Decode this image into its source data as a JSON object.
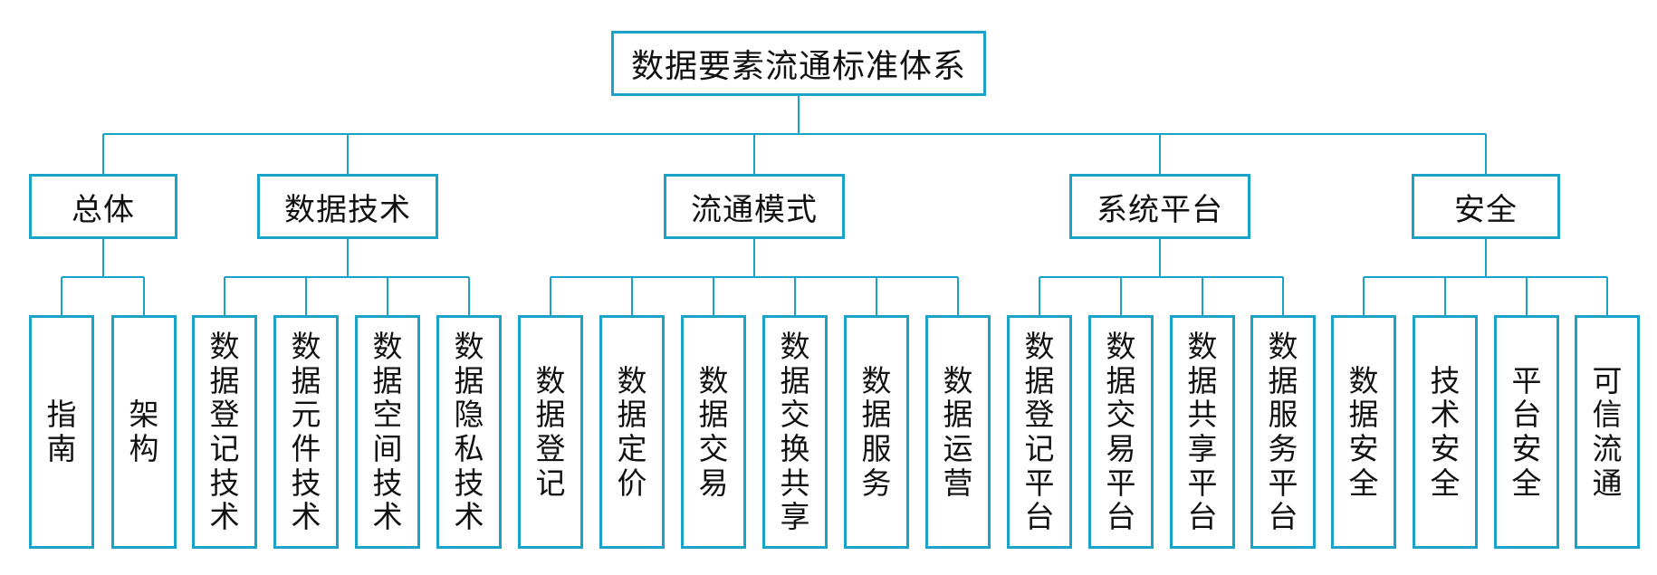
{
  "diagram": {
    "root": "数据要素流通标准体系",
    "categories": [
      {
        "label": "总体",
        "children": [
          "指南",
          "架构"
        ]
      },
      {
        "label": "数据技术",
        "children": [
          "数据登记技术",
          "数据元件技术",
          "数据空间技术",
          "数据隐私技术"
        ]
      },
      {
        "label": "流通模式",
        "children": [
          "数据登记",
          "数据定价",
          "数据交易",
          "数据交换共享",
          "数据服务",
          "数据运营"
        ]
      },
      {
        "label": "系统平台",
        "children": [
          "数据登记平台",
          "数据交易平台",
          "数据共享平台",
          "数据服务平台"
        ]
      },
      {
        "label": "安全",
        "children": [
          "数据安全",
          "技术安全",
          "平台安全",
          "可信流通"
        ]
      }
    ],
    "colors": {
      "border": "#1aa2c9",
      "line": "#1aa2c9",
      "text": "#111111",
      "background": "#ffffff"
    }
  }
}
